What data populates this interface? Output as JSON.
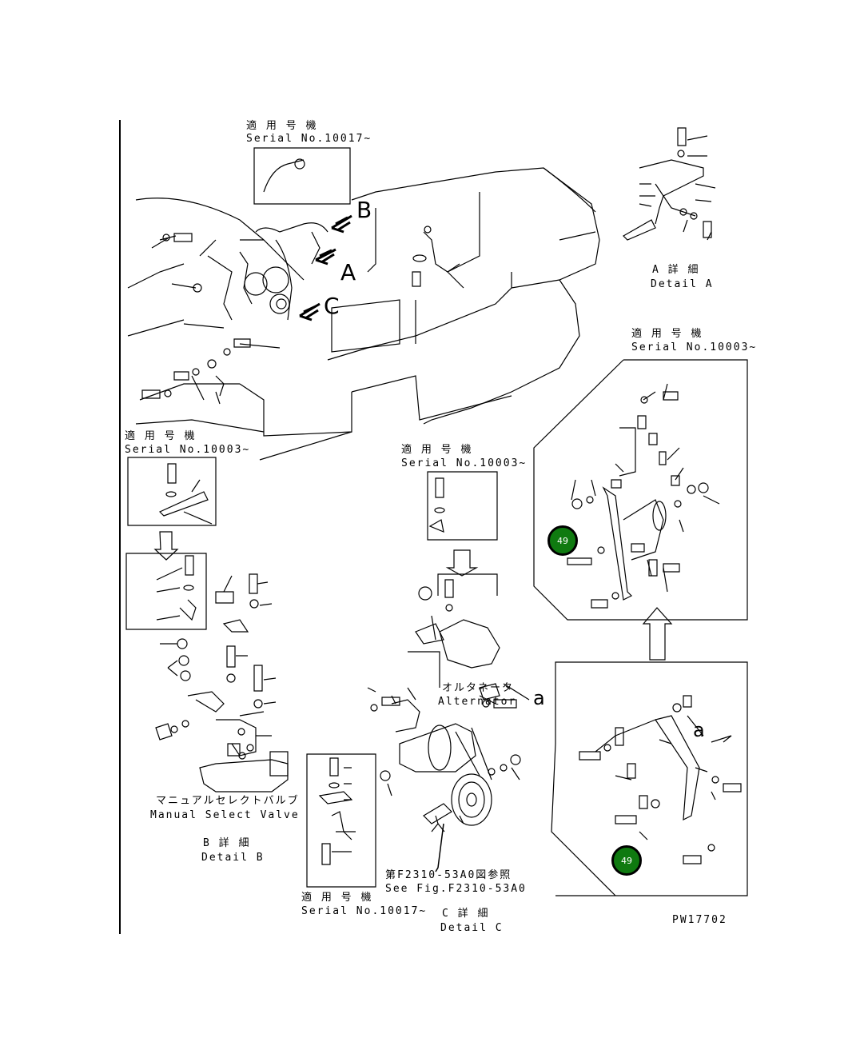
{
  "serial_labels": {
    "top_jp": "適 用 号 機",
    "top_en": "Serial No.10017~",
    "left_jp": "適 用 号 機",
    "left_en": "Serial No.10003~",
    "mid_jp": "適 用 号 機",
    "mid_en": "Serial No.10003~",
    "right_jp": "適 用 号 機",
    "right_en": "Serial No.10003~",
    "bottom_jp": "適 用 号 機",
    "bottom_en": "Serial No.10017~"
  },
  "detail_labels": {
    "a_jp": "A 詳 細",
    "a_en": "Detail A",
    "b_jp": "B 詳 細",
    "b_en": "Detail B",
    "c_jp": "C 詳 細",
    "c_en": "Detail C"
  },
  "parts": {
    "alternator_jp": "オルタネータ",
    "alternator_en": "Alternator",
    "valve_jp": "マニュアルセレクトバルブ",
    "valve_en": "Manual Select Valve",
    "see_fig_jp": "第F2310-53A0図参照",
    "see_fig_en": "See Fig.F2310-53A0"
  },
  "view_letters": {
    "a": "A",
    "b": "B",
    "c": "C",
    "small_a_1": "a",
    "small_a_2": "a"
  },
  "callouts": [
    "49",
    "49"
  ],
  "drawing_id": "PW17702"
}
